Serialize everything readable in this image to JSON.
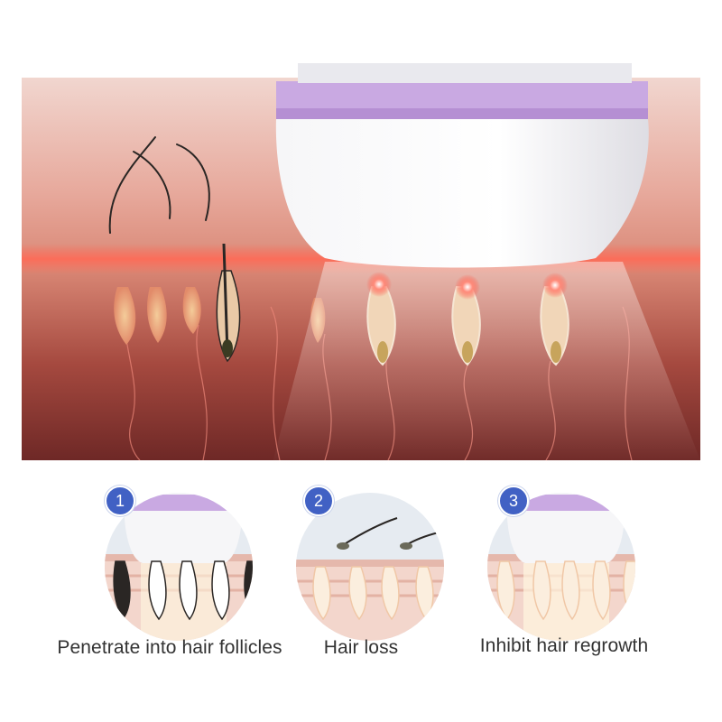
{
  "steps": [
    {
      "number": "1",
      "caption": "Penetrate into hair follicles"
    },
    {
      "number": "2",
      "caption": "Hair loss"
    },
    {
      "number": "3",
      "caption": "Inhibit hair regrowth"
    }
  ],
  "colors": {
    "badge": "#4161c4",
    "device_band": "#c9a9e2",
    "device_body": "#f4f4f6",
    "skin_top": "#f0c9bd",
    "skin_deep": "#7a2f2b",
    "laser": "#ff5a4a",
    "background": "#ffffff"
  },
  "icons": [
    "hair-strand-icon",
    "hair-follicle-icon",
    "laser-point-icon",
    "step-number-badge"
  ]
}
